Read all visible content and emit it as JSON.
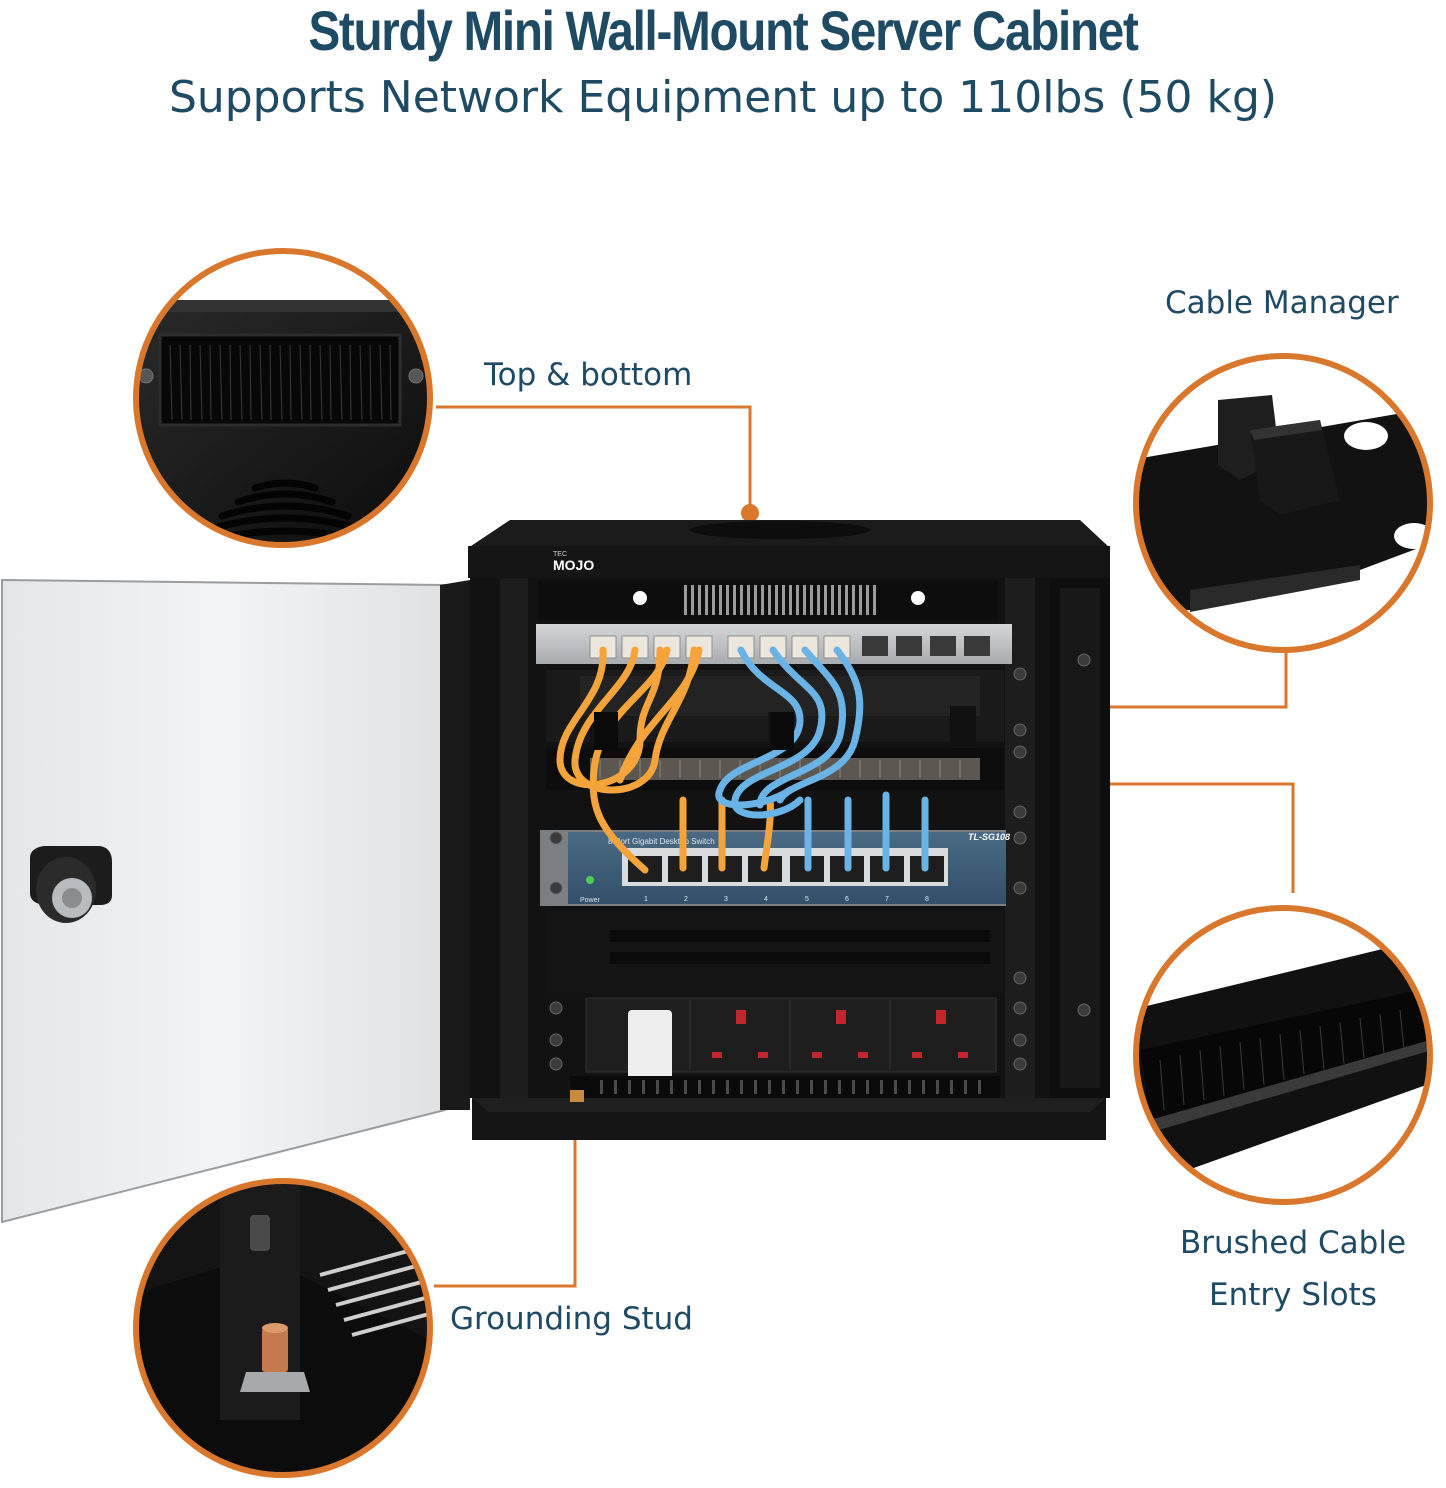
{
  "header": {
    "title": "Sturdy Mini Wall-Mount Server Cabinet",
    "subtitle": "Supports Network Equipment up to 110lbs (50 kg)"
  },
  "callouts": {
    "top_bottom": "Top & bottom",
    "cable_manager": "Cable Manager",
    "brushed_line1": "Brushed Cable",
    "brushed_line2": "Entry Slots",
    "grounding_stud": "Grounding Stud"
  },
  "product": {
    "brand": "MOJO",
    "brand_prefix": "TEC",
    "switch_model": "TL-SG108",
    "switch_name": "8-Port Gigabit Desktop Switch",
    "switch_power_label": "Power",
    "switch_port_numbers": [
      "1",
      "2",
      "3",
      "4",
      "5",
      "6",
      "7",
      "8"
    ]
  },
  "colors": {
    "accent_orange": "#d9772c",
    "text_navy": "#1f4a64",
    "cable_orange": "#f4a43a",
    "cable_blue": "#6ab3e6",
    "cabinet_black": "#161616"
  }
}
